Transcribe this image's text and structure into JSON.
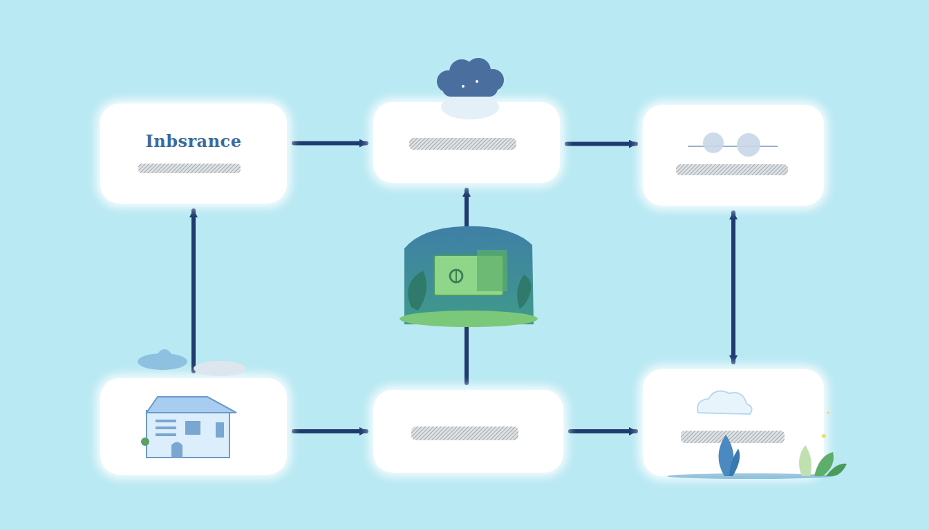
{
  "diagram": {
    "nodes": [
      {
        "text": [
          "Inbsrance"
        ]
      },
      {
        "text": []
      },
      {
        "text": []
      },
      {
        "text": []
      },
      {
        "text": []
      },
      {
        "text": []
      }
    ],
    "edges": [
      {
        "from": 0,
        "to": 1,
        "arrow": "to"
      },
      {
        "from": 1,
        "to": 2,
        "arrow": "to"
      },
      {
        "from": 3,
        "to": 0,
        "arrow": "to"
      },
      {
        "from": 2,
        "to": 5,
        "arrow": "both"
      },
      {
        "from": 3,
        "to": 4,
        "arrow": "to"
      },
      {
        "from": 4,
        "to": 1,
        "arrow": "to"
      },
      {
        "from": 4,
        "to": 5,
        "arrow": "to"
      }
    ]
  }
}
